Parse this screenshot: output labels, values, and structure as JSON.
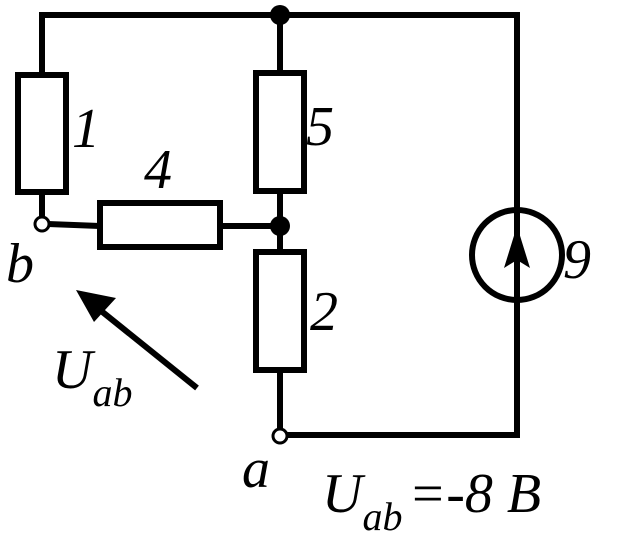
{
  "resistors": [
    {
      "id": "r1",
      "label": "1"
    },
    {
      "id": "r4",
      "label": "4"
    },
    {
      "id": "r5",
      "label": "5"
    },
    {
      "id": "r2",
      "label": "2"
    }
  ],
  "source": {
    "label": "9"
  },
  "nodes": {
    "b": "b",
    "a": "a"
  },
  "voltage_arrow": {
    "symbol": "U",
    "subscript": "ab"
  },
  "given": {
    "symbol": "U",
    "subscript": "ab",
    "value": "=-8 B"
  }
}
